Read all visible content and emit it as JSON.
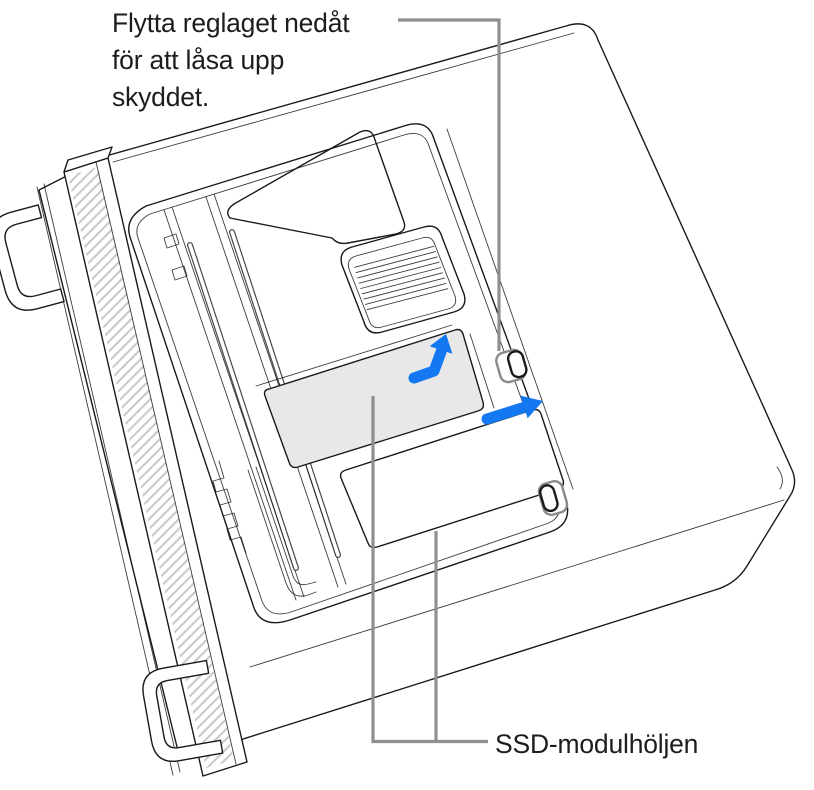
{
  "annotation": {
    "instruction_label": {
      "lines": [
        "Flytta reglaget nedåt",
        "för att låsa upp",
        "skyddet."
      ]
    },
    "part_label": {
      "text": "SSD-modulhöljen"
    }
  },
  "icons": {
    "bent_arrow": "unlock-lift-arrow",
    "straight_arrow": "slide-right-arrow"
  },
  "colors": {
    "outline": "#1a1a1a",
    "callout": "#8f8f8f",
    "arrow": "#1478f2",
    "cover": "#e8e8e8",
    "hatch": "#c9c9c9",
    "text": "#1d1d1f",
    "background": "#ffffff"
  }
}
